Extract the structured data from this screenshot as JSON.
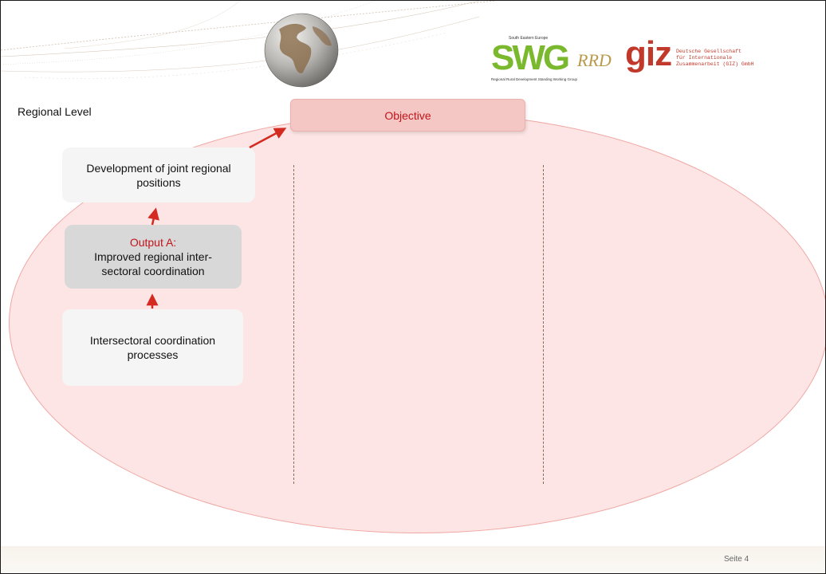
{
  "header": {
    "swg_logo": {
      "top_text": "South Eastern Europe",
      "main": "SWG",
      "suffix": "RRD",
      "subtitle": "Regional Rural Development Standing Working Group"
    },
    "giz_logo": {
      "mark": "giz",
      "text": "Deutsche Gesellschaft\nfür Internationale\nZusammenarbeit (GIZ) GmbH"
    }
  },
  "diagram": {
    "level_title": "Regional Level",
    "objective": "Objective",
    "development_box": "Development of joint regional positions",
    "output_box": {
      "label": "Output A:",
      "text": "Improved regional inter-sectoral coordination"
    },
    "process_box": "Intersectoral coordination processes"
  },
  "colors": {
    "ellipse_fill": "#fce5e4",
    "objective_fill": "#f4c6c4",
    "accent_red": "#c0151a",
    "arrow_red": "#d42a1f"
  },
  "footer": {
    "page": "Seite 4"
  }
}
